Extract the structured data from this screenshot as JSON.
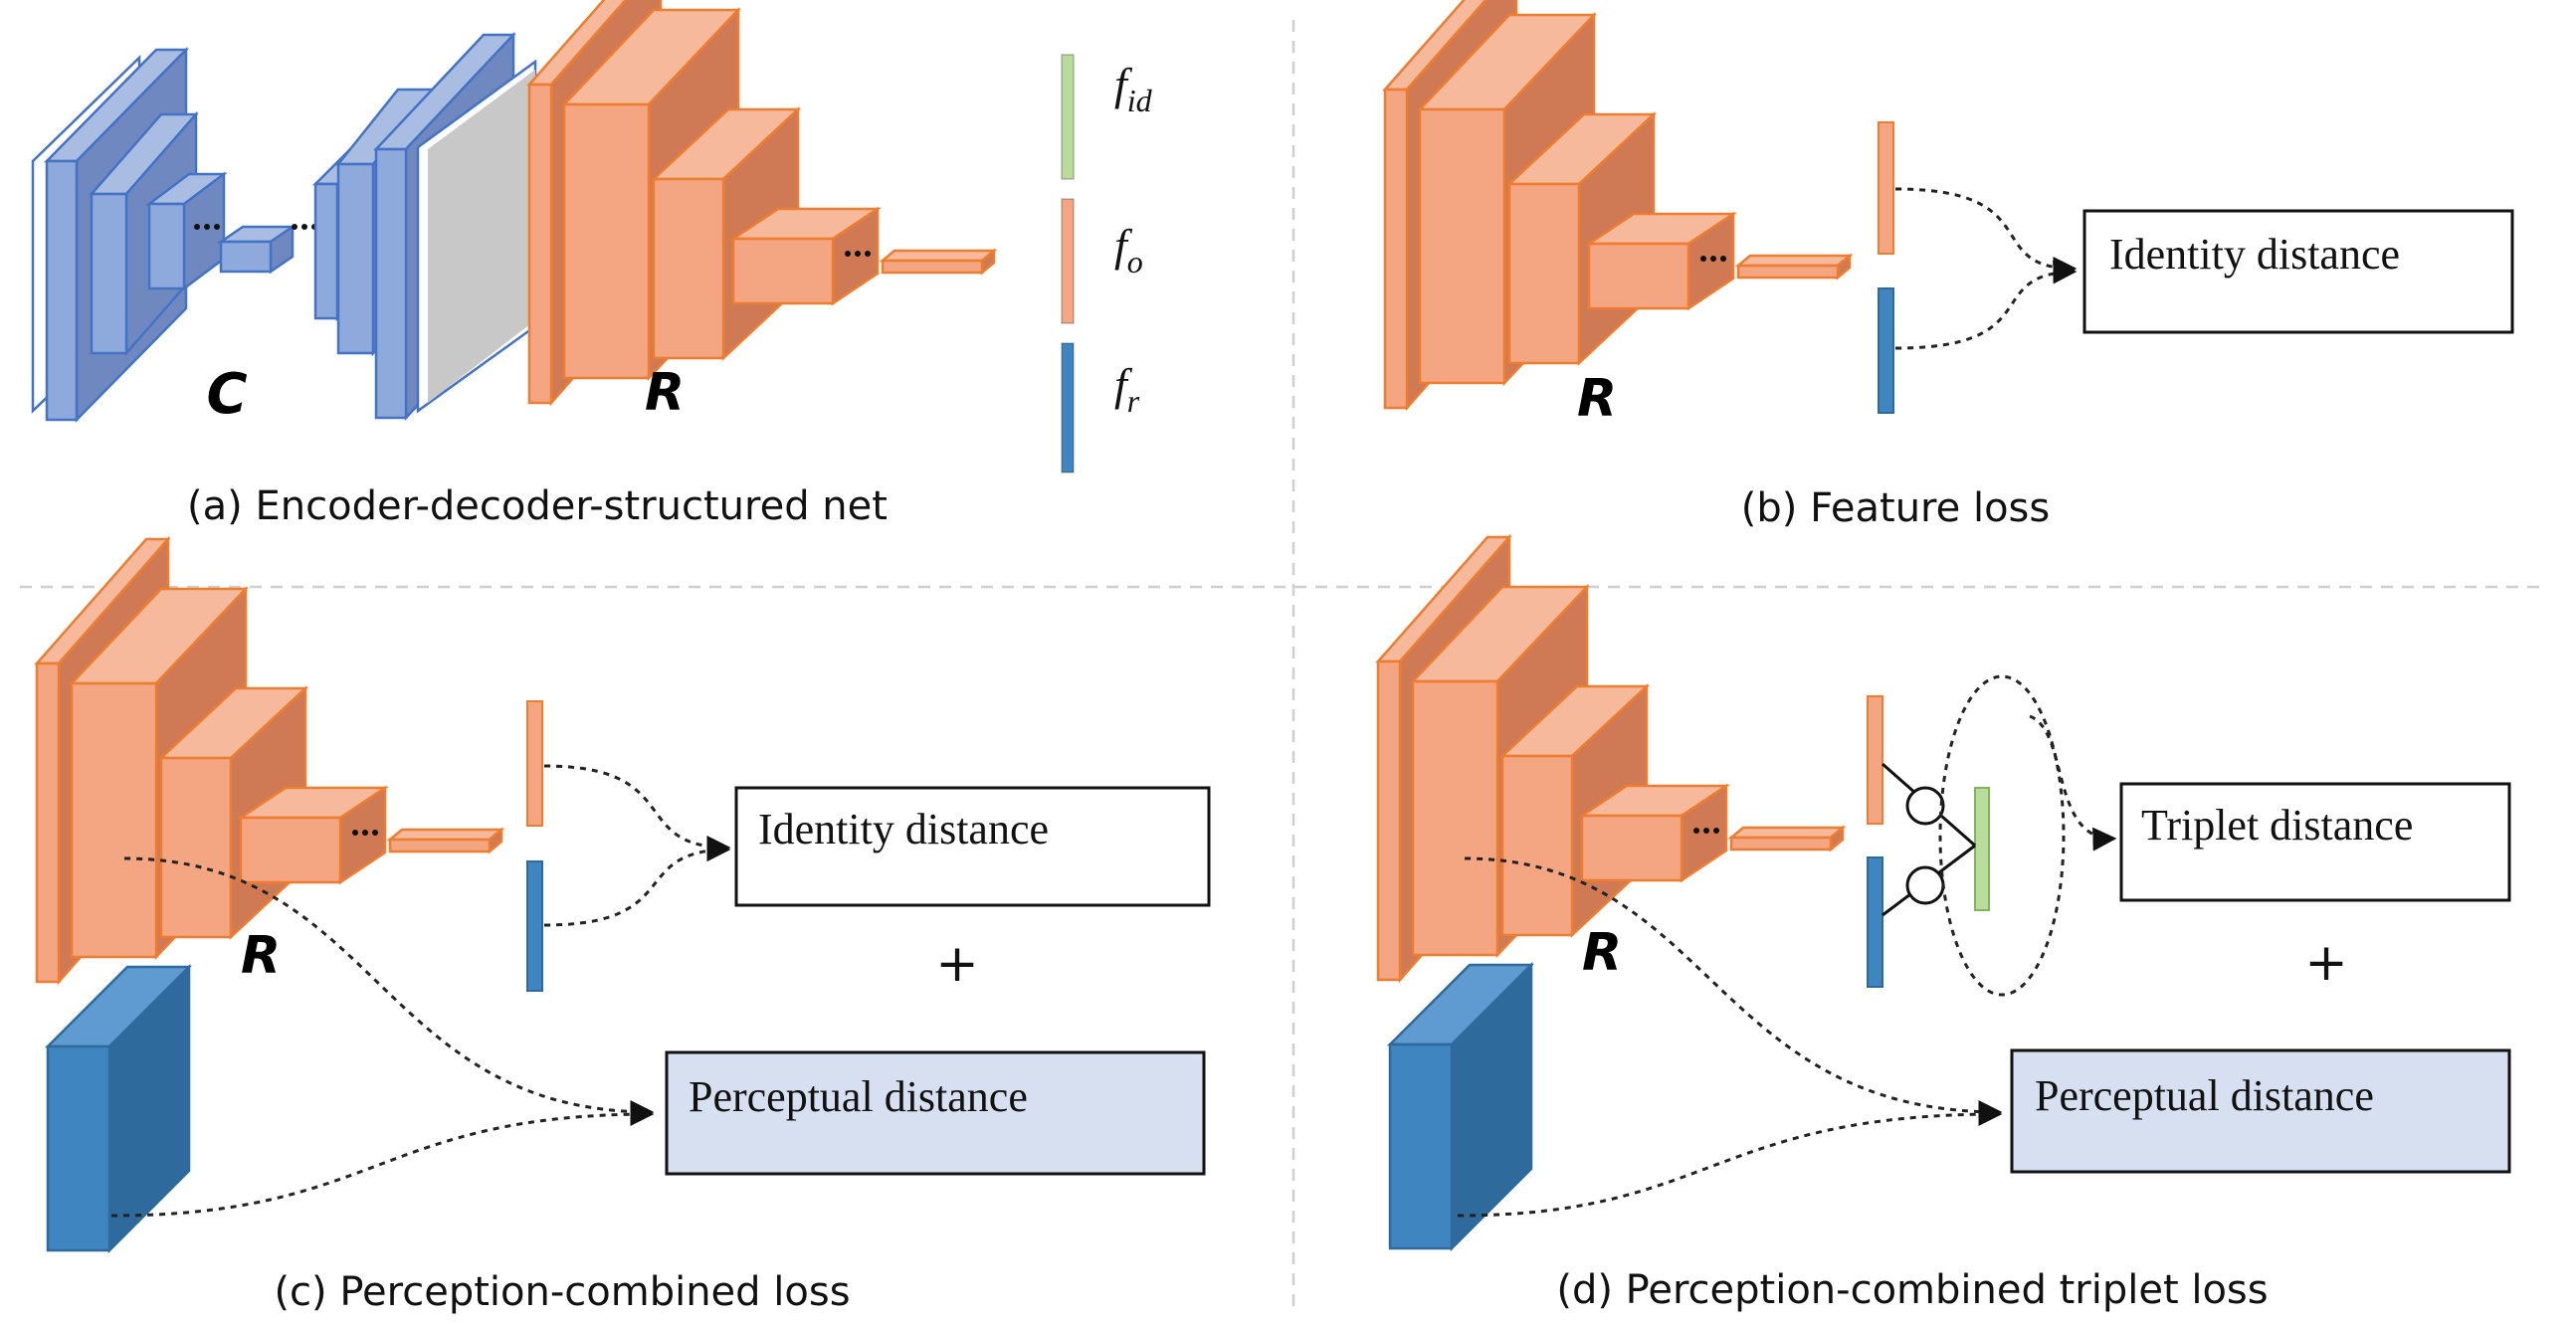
{
  "panels": {
    "a": {
      "caption": "(a) Encoder-decoder-structured net",
      "encoder_label": "C",
      "network_label": "R",
      "legend": [
        {
          "base": "f",
          "sub": "id",
          "color": "#b9dc9c"
        },
        {
          "base": "f",
          "sub": "o",
          "color": "#f4a582"
        },
        {
          "base": "f",
          "sub": "r",
          "color": "#3f86c1"
        }
      ]
    },
    "b": {
      "caption": "(b) Feature loss",
      "network_label": "R",
      "box": "Identity distance"
    },
    "c": {
      "caption": "(c) Perception-combined loss",
      "network_label": "R",
      "box_top": "Identity distance",
      "plus": "+",
      "box_bottom": "Perceptual distance"
    },
    "d": {
      "caption": "(d) Perception-combined triplet loss",
      "network_label": "R",
      "box_top": "Triplet distance",
      "plus": "+",
      "box_bottom": "Perceptual distance"
    }
  },
  "colors": {
    "orange_face": "#f4a582",
    "orange_edge": "#ed7d31",
    "orange_dark": "#cf7a55",
    "blue_face": "#8ea9db",
    "blue_edge": "#4472c4",
    "blue_dark": "#6f89c0",
    "gray_face": "#c8c8c8",
    "deep_blue": "#3f86c1",
    "deep_blue_dark": "#2e6a9c",
    "green": "#b9dc9c",
    "light_blue_box": "#d6e0f0"
  }
}
